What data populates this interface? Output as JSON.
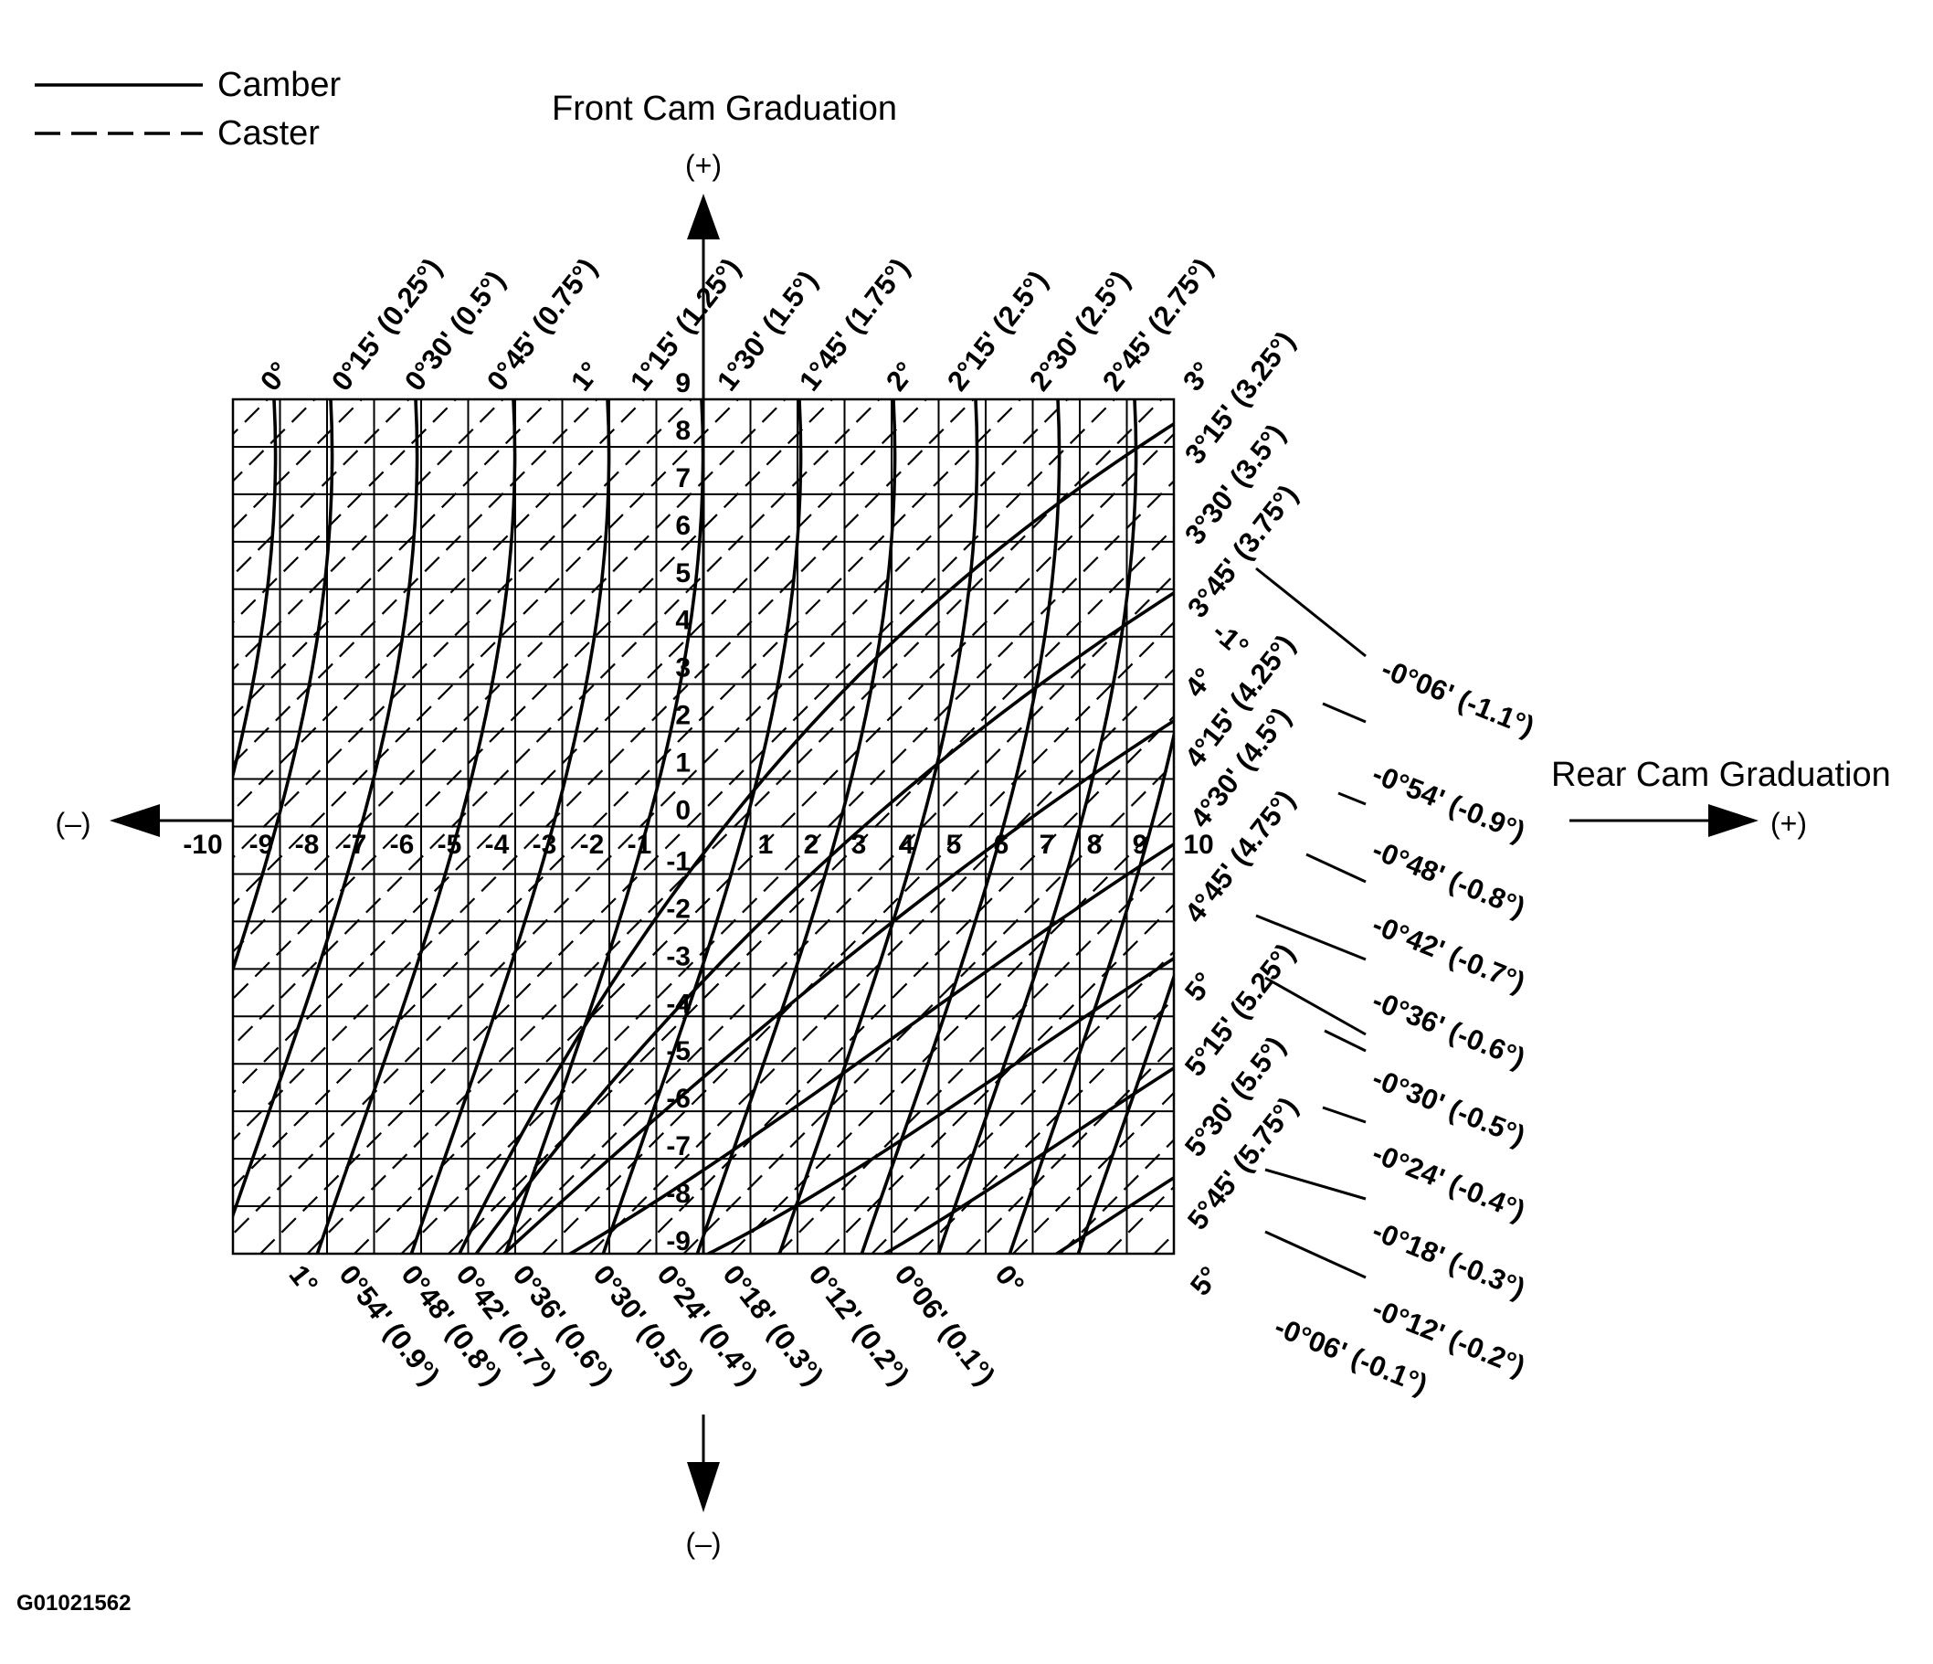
{
  "legend": {
    "camber_label": "Camber",
    "caster_label": "Caster"
  },
  "titles": {
    "front": "Front Cam Graduation",
    "rear": "Rear Cam Graduation"
  },
  "signs": {
    "top": "(+)",
    "bottom": "(–)",
    "left": "(–)",
    "right": "(+)"
  },
  "figure_code": "G01021562",
  "axes": {
    "horizontal_ticks": [
      "-10",
      "-9",
      "-8",
      "-7",
      "-6",
      "-5",
      "-4",
      "-3",
      "-2",
      "-1",
      "1",
      "2",
      "3",
      "4",
      "5",
      "6",
      "7",
      "8",
      "9",
      "10"
    ],
    "vertical_ticks": [
      "9",
      "8",
      "7",
      "6",
      "5",
      "4",
      "3",
      "2",
      "1",
      "0",
      "-1",
      "-2",
      "-3",
      "-4",
      "-5",
      "-6",
      "-7",
      "-8",
      "-9"
    ]
  },
  "camber_labels": [
    "1°",
    "0°54' (0.9°)",
    "0°48' (0.8°)",
    "0°42' (0.7°)",
    "0°36' (0.6°)",
    "0°30' (0.5°)",
    "0°24' (0.4°)",
    "0°18' (0.3°)",
    "0°12' (0.2°)",
    "0°06' (0.1°)",
    "0°",
    "-0°06' (-0.1°)",
    "-0°12' (-0.2°)",
    "-0°18' (-0.3°)",
    "-0°24' (-0.4°)",
    "-0°30' (-0.5°)",
    "-0°36' (-0.6°)",
    "-0°42' (-0.7°)",
    "-0°48' (-0.8°)",
    "-0°54' (-0.9°)",
    "-0°06' (-1.1°)",
    "-1°"
  ],
  "caster_labels_top": [
    "0°",
    "0°15' (0.25°)",
    "0°30' (0.5°)",
    "0°45' (0.75°)",
    "1°",
    "1°15' (1.25°)",
    "1°30' (1.5°)",
    "1°45' (1.75°)",
    "2°",
    "2°15' (2.5°)",
    "2°30' (2.5°)",
    "2°45' (2.75°)",
    "3°"
  ],
  "caster_labels_right": [
    "3°15' (3.25°)",
    "3°30' (3.5°)",
    "3°45' (3.75°)",
    "4°",
    "4°15' (4.25°)",
    "4°30' (4.5°)",
    "4°45' (4.75°)",
    "5°",
    "5°15' (5.25°)",
    "5°30' (5.5°)",
    "5°45' (5.75°)",
    "5°"
  ]
}
